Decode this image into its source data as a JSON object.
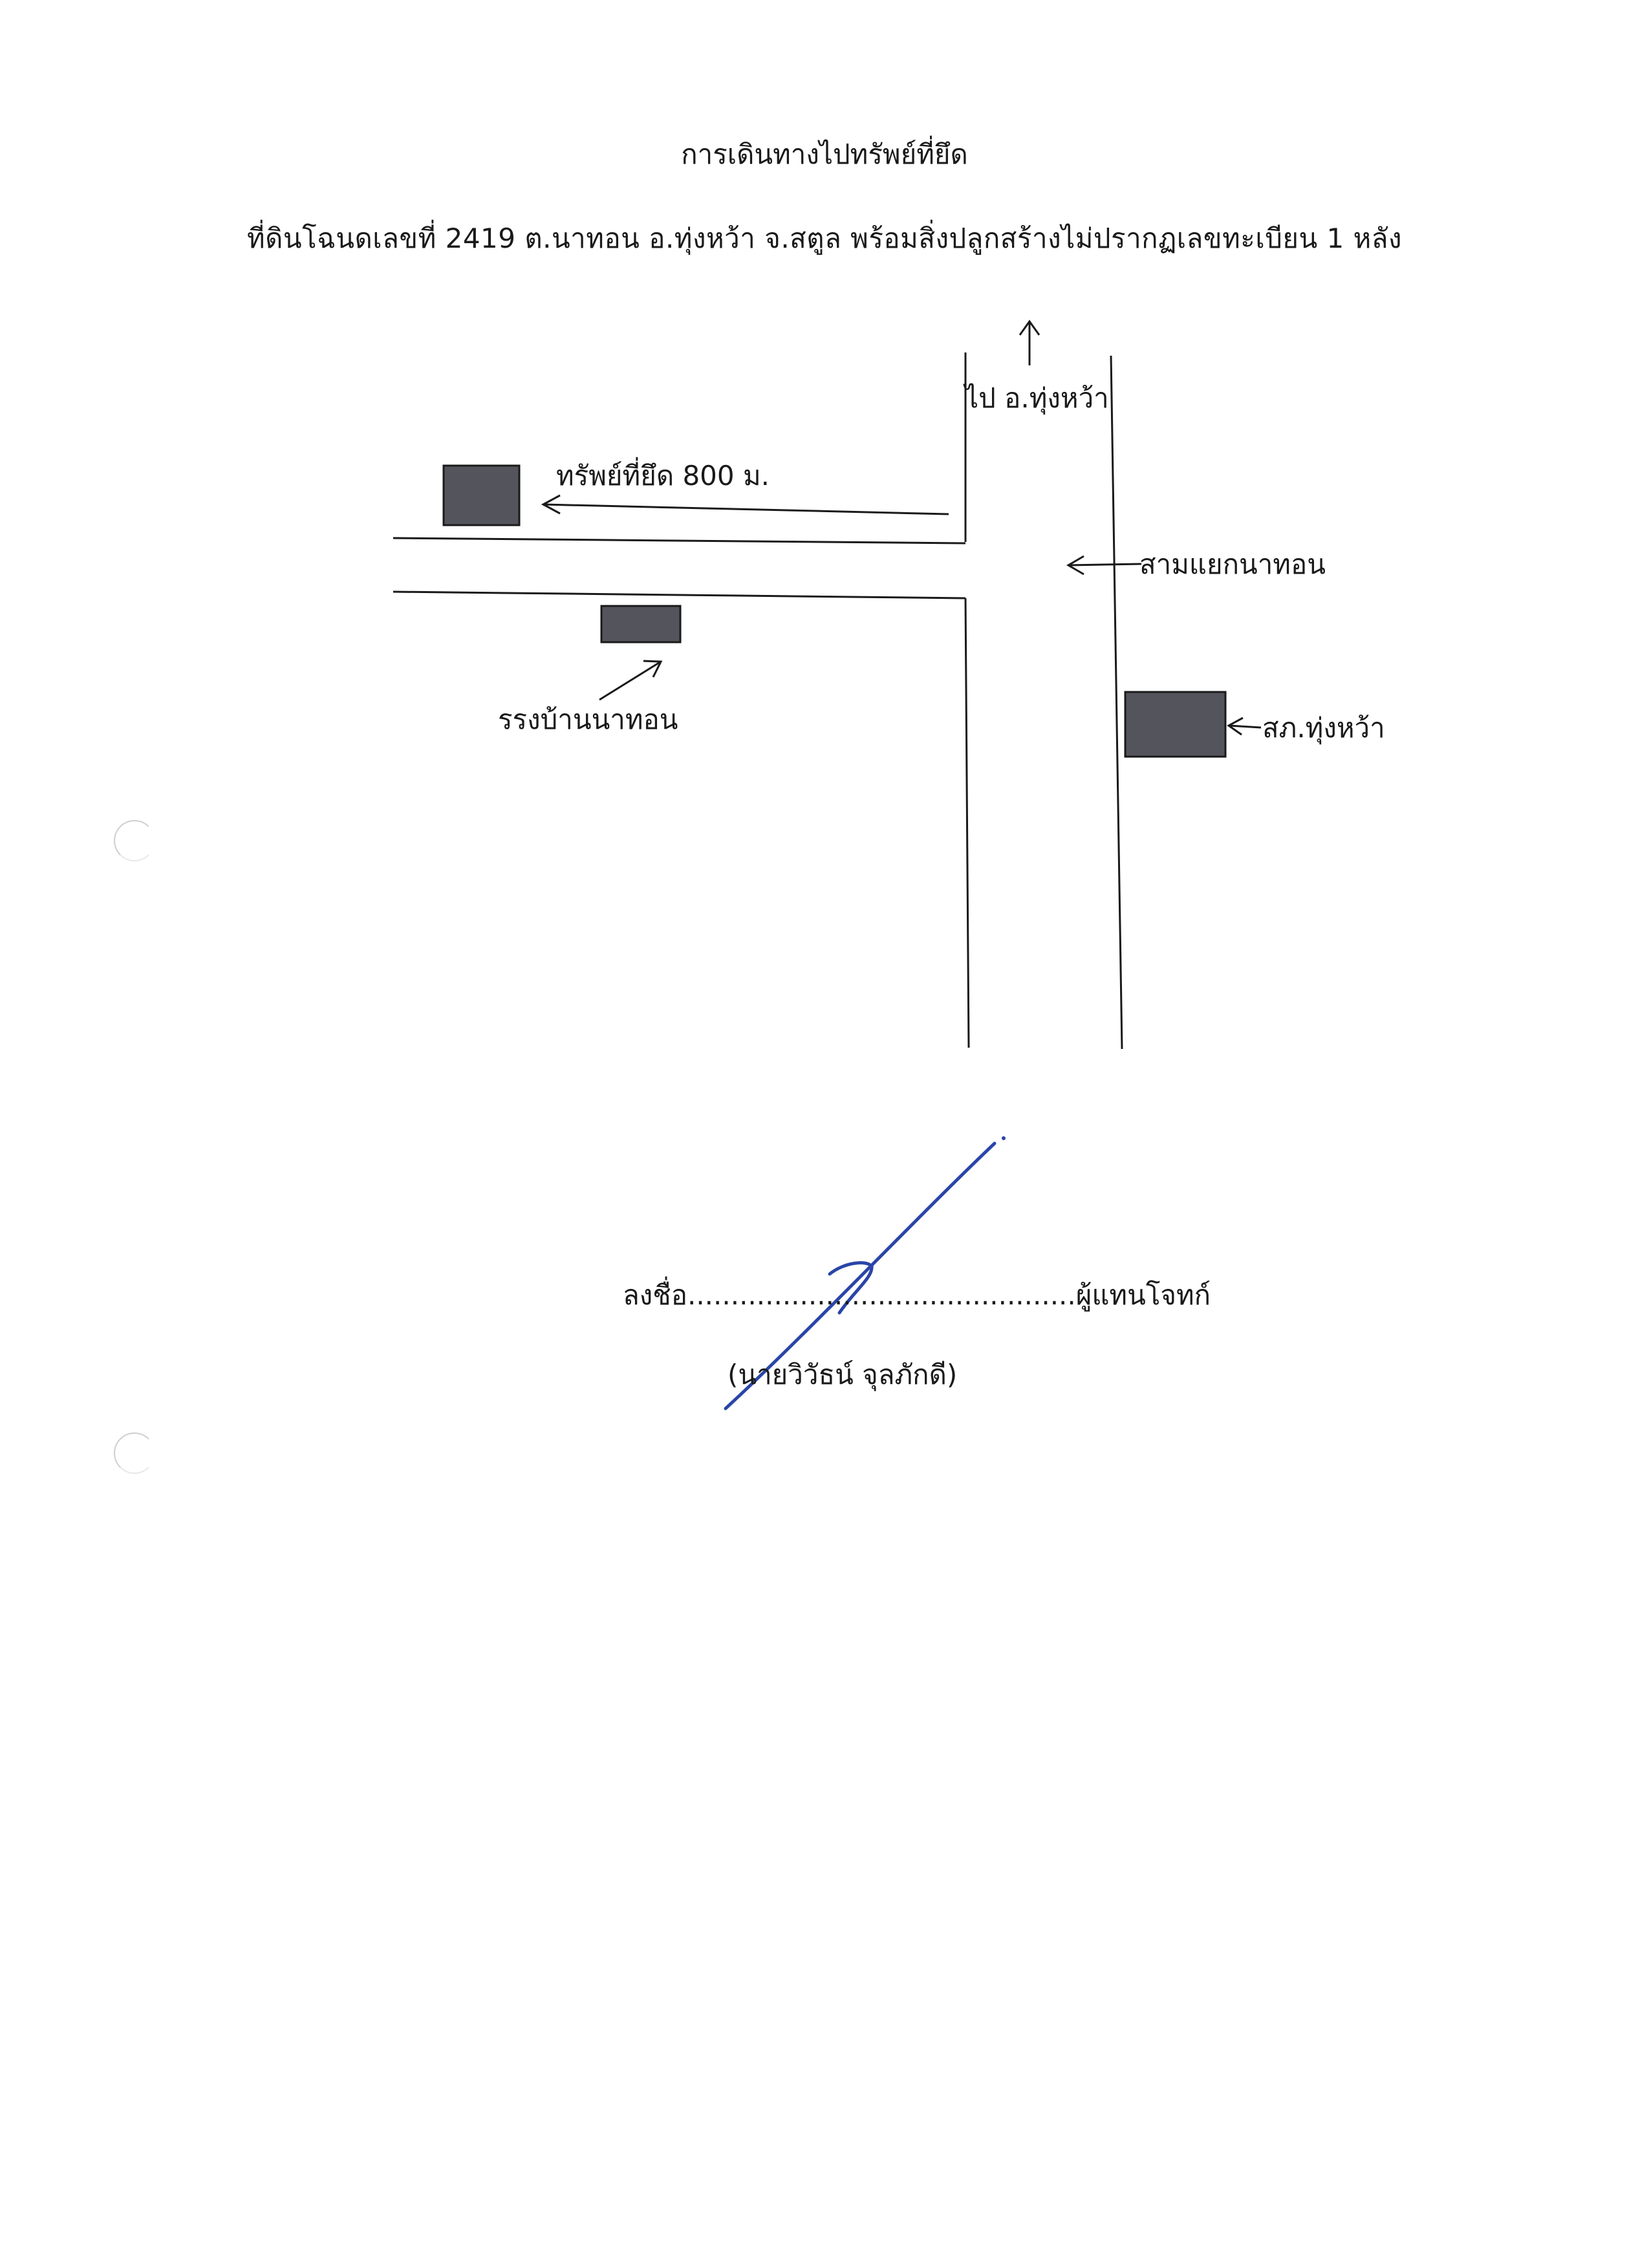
{
  "document": {
    "title": "การเดินทางไปทรัพย์ที่ยึด",
    "subtitle": "ที่ดินโฉนดเลขที่ 2419 ต.นาทอน อ.ทุ่งหว้า จ.สตูล พร้อมสิ่งปลูกสร้างไม่ปรากฏเลขทะเบียน 1 หลัง"
  },
  "map": {
    "labels": {
      "north": "ไป อ.ทุ่งหว้า",
      "seized_property": "ทรัพย์ที่ยึด  800 ม.",
      "junction": "สามแยกนาทอน",
      "school": "รรงบ้านนาทอน",
      "police_station": "สภ.ทุ่งหว้า"
    },
    "colors": {
      "road_line": "#1a1a1a",
      "building_fill": "#54545c",
      "signature_ink": "#2a45a8"
    }
  },
  "signature_block": {
    "sign_line": "ลงชื่อ.............................................ผู้แทนโจทก์",
    "name": "(นายวิวัธน์ จุลภักดี)"
  }
}
